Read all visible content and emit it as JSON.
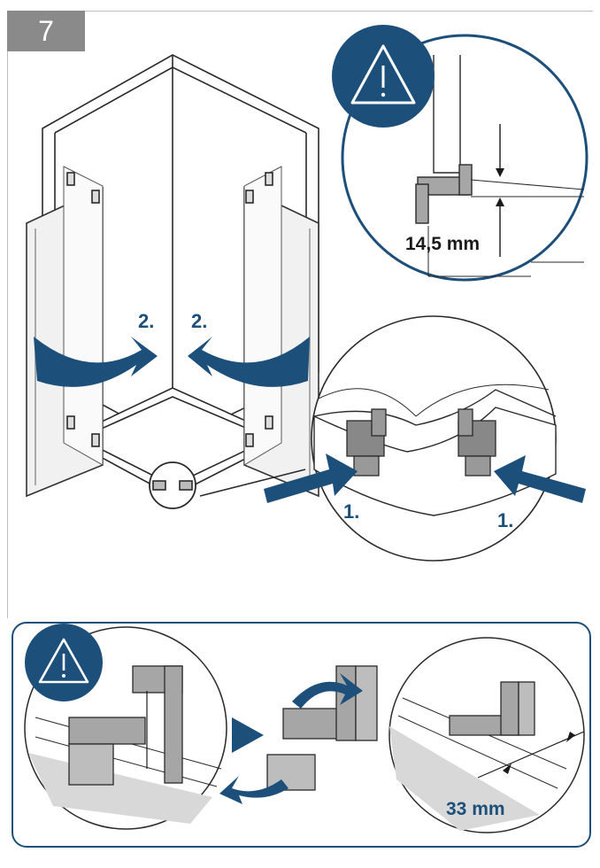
{
  "step": {
    "number": "7"
  },
  "main": {
    "dimension_label": "14,5 mm",
    "steps": [
      "2.",
      "2.",
      "1.",
      "1."
    ]
  },
  "detail": {
    "dimension_label": "33 mm"
  },
  "colors": {
    "accent": "#1c4f7a",
    "tab": "#8a8a8a",
    "line": "#1a1a1a",
    "fill": "#9a9a9a"
  },
  "icons": [
    "warning-icon",
    "warning-icon",
    "arrow-right-icon",
    "rotate-arrow-icon"
  ]
}
